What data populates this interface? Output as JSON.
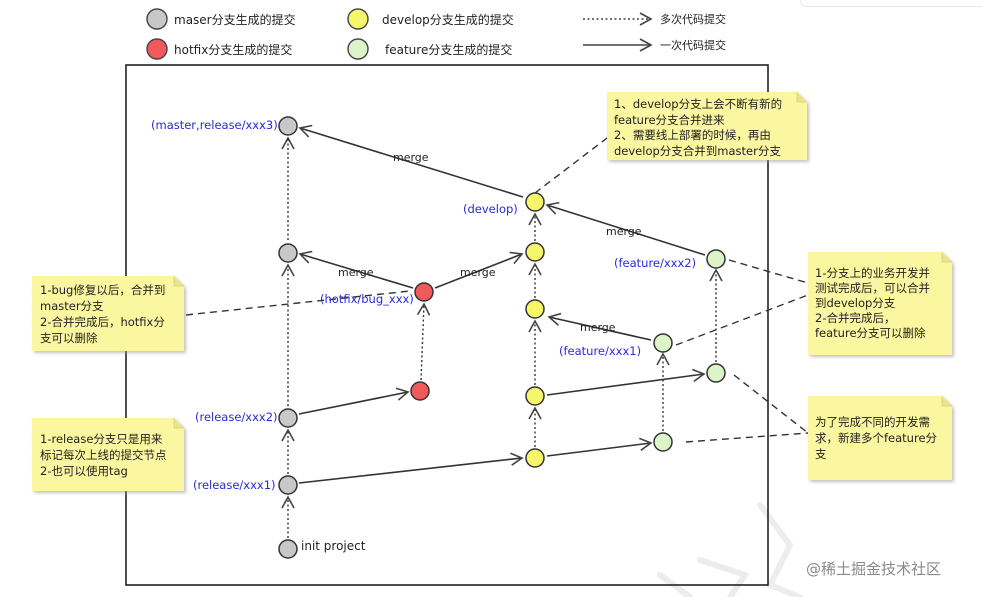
{
  "legend": {
    "master": "maser分支生成的提交",
    "develop": "develop分支生成的提交",
    "hotfix": "hotfix分支生成的提交",
    "feature": "feature分支生成的提交",
    "multi": "多次代码提交",
    "single": "一次代码提交"
  },
  "colors": {
    "master": "#c8c8c8",
    "hotfix": "#f05a5a",
    "develop": "#f7f56a",
    "feature": "#dbf5c8",
    "note": "#fbf7a0",
    "label_blue": "#2a2ad8"
  },
  "labels": {
    "master_release_xxx3": "(master,release/xxx3)",
    "develop": "(develop)",
    "hotfix_bug": "(hotfix/bug_xxx)",
    "feature_xxx2": "(feature/xxx2)",
    "feature_xxx1": "(feature/xxx1)",
    "release_xxx2": "(release/xxx2)",
    "release_xxx1": "(release/xxx1)",
    "init_project": "init project",
    "merge": "merge"
  },
  "notes": {
    "develop_note": [
      "1、develop分支上会不断有新的",
      "feature分支合并进来",
      "2、需要线上部署的时候，再由",
      "develop分支合并到master分支"
    ],
    "hotfix_note": [
      "1-bug修复以后，合并到",
      "master分支",
      "2-合并完成后，hotfix分",
      "支可以删除"
    ],
    "release_note": [
      "1-release分支只是用来",
      "标记每次上线的提交节点",
      "2-也可以使用tag"
    ],
    "feature_note": [
      "1-分支上的业务开发并",
      "测试完成后，可以合并",
      "到develop分支",
      "2-合并完成后，",
      "feature分支可以删除"
    ],
    "feature_new_note": [
      "为了完成不同的开发需",
      "求，新建多个feature分",
      "支"
    ]
  },
  "watermark": "@稀土掘金技术社区"
}
